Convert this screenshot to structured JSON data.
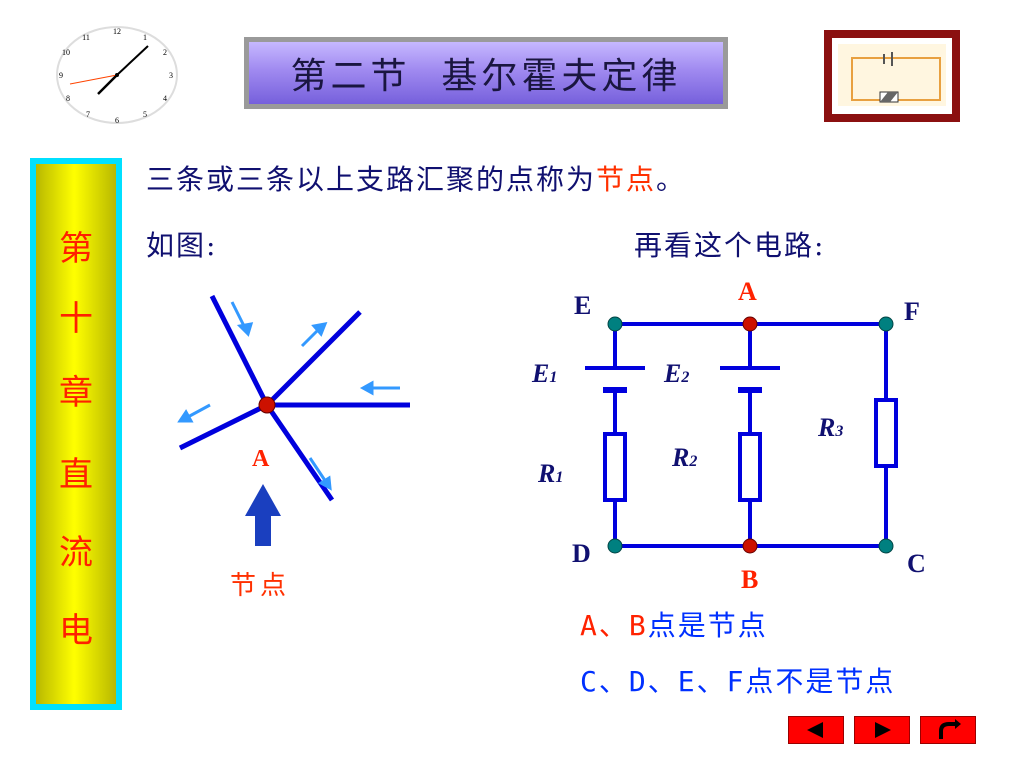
{
  "header": {
    "title": "第二节  基尔霍夫定律",
    "clock_icon": "clock-icon",
    "thumbnail_icon": "circuit-thumbnail-icon"
  },
  "sidebar": {
    "chars": [
      "第",
      "十",
      "章",
      "直",
      "流",
      "电"
    ]
  },
  "content": {
    "definition_prefix": "三条或三条以上支路汇聚的点称为",
    "definition_term": "节点",
    "definition_suffix": "。",
    "example_label": "如图:",
    "circuit_label": "再看这个电路:"
  },
  "node_diagram": {
    "node_label": "A",
    "caption": "节点"
  },
  "circuit": {
    "nodes": {
      "A": "A",
      "B": "B",
      "C": "C",
      "D": "D",
      "E": "E",
      "F": "F"
    },
    "sources": [
      {
        "letter": "E",
        "sub": "1"
      },
      {
        "letter": "E",
        "sub": "2"
      }
    ],
    "resistors": [
      {
        "letter": "R",
        "sub": "1"
      },
      {
        "letter": "R",
        "sub": "2"
      },
      {
        "letter": "R",
        "sub": "3"
      }
    ]
  },
  "conclusions": {
    "line1_red": "A、B",
    "line1_rest": "点是节点",
    "line2": "C、D、E、F点不是节点"
  },
  "navigation": {
    "prev_icon": "prev-arrow-icon",
    "next_icon": "next-arrow-icon",
    "return_icon": "return-icon"
  },
  "colors": {
    "wire": "#0000dd",
    "arrow": "#3399ff",
    "node_red": "#cc1100",
    "node_teal": "#006666",
    "label_red": "#ff2200",
    "text_navy": "#101070"
  }
}
